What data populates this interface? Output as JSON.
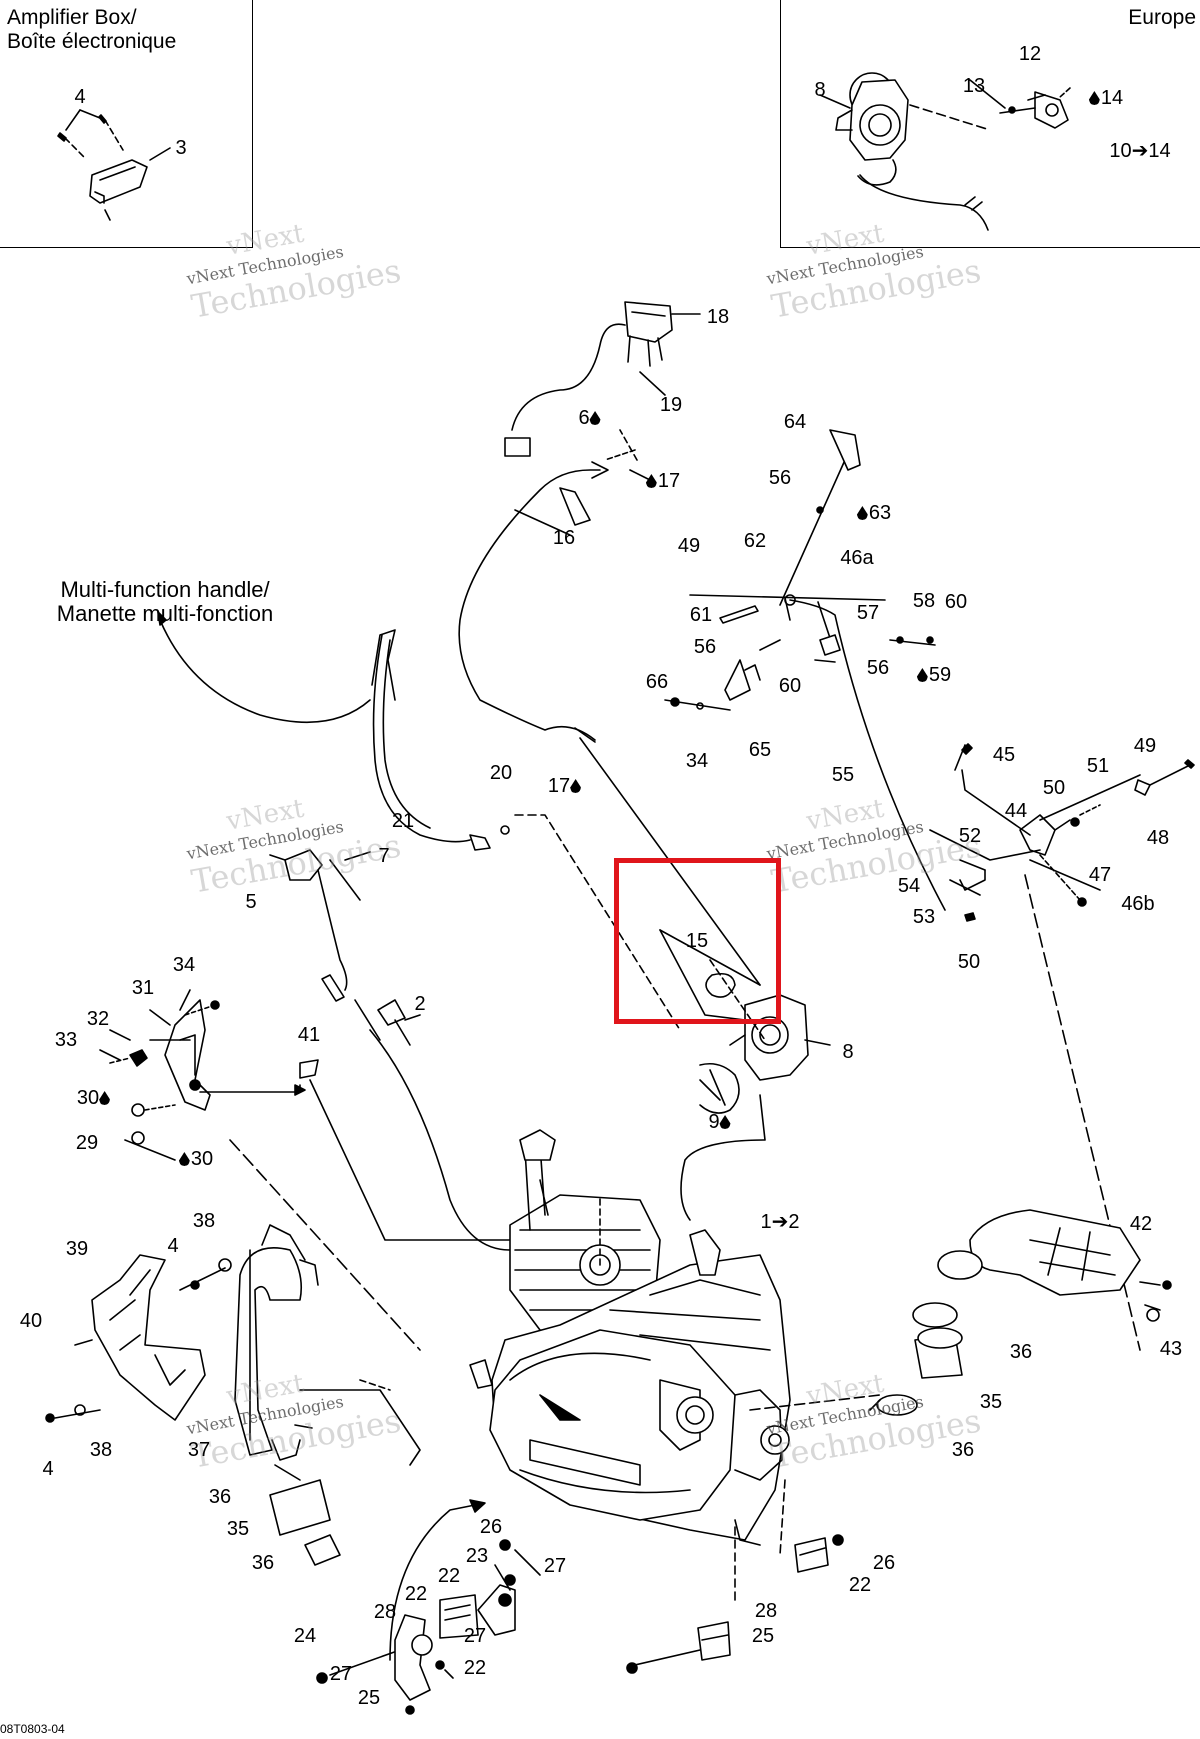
{
  "insets": {
    "amplifier_box": {
      "title_line1": "Amplifier Box/",
      "title_line2": "Boîte électronique"
    },
    "europe": {
      "title": "Europe"
    }
  },
  "section_label": {
    "line1": "Multi-function handle/",
    "line2": "Manette multi-fonction"
  },
  "watermark": {
    "line_top": "vNext",
    "line_mid": "vNext Technologies",
    "line_bottom": "Technologies"
  },
  "highlight_box": {
    "color": "#e0151b",
    "contains_callout": "15"
  },
  "footer_code": "08T0803-04",
  "callouts": [
    "4",
    "3",
    "8",
    "12",
    "13",
    "14",
    "10➔14",
    "18",
    "19",
    "6",
    "17",
    "16",
    "64",
    "56",
    "63",
    "49",
    "62",
    "46a",
    "61",
    "57",
    "58",
    "60",
    "59",
    "56",
    "60",
    "56",
    "66",
    "34",
    "65",
    "55",
    "45",
    "49",
    "51",
    "50",
    "44",
    "52",
    "48",
    "47",
    "54",
    "53",
    "46b",
    "50",
    "20",
    "17",
    "21",
    "5",
    "7",
    "15",
    "2",
    "8",
    "9",
    "34",
    "31",
    "32",
    "33",
    "41",
    "30",
    "29",
    "30",
    "1➔2",
    "42",
    "39",
    "38",
    "4",
    "40",
    "36",
    "43",
    "35",
    "36",
    "4",
    "38",
    "37",
    "36",
    "35",
    "36",
    "26",
    "23",
    "27",
    "22",
    "22",
    "26",
    "22",
    "25",
    "24",
    "28",
    "27",
    "27",
    "22",
    "28",
    "25"
  ],
  "oil_symbol_callouts": [
    "14",
    "6",
    "17",
    "63",
    "59",
    "17",
    "9",
    "30",
    "30"
  ]
}
